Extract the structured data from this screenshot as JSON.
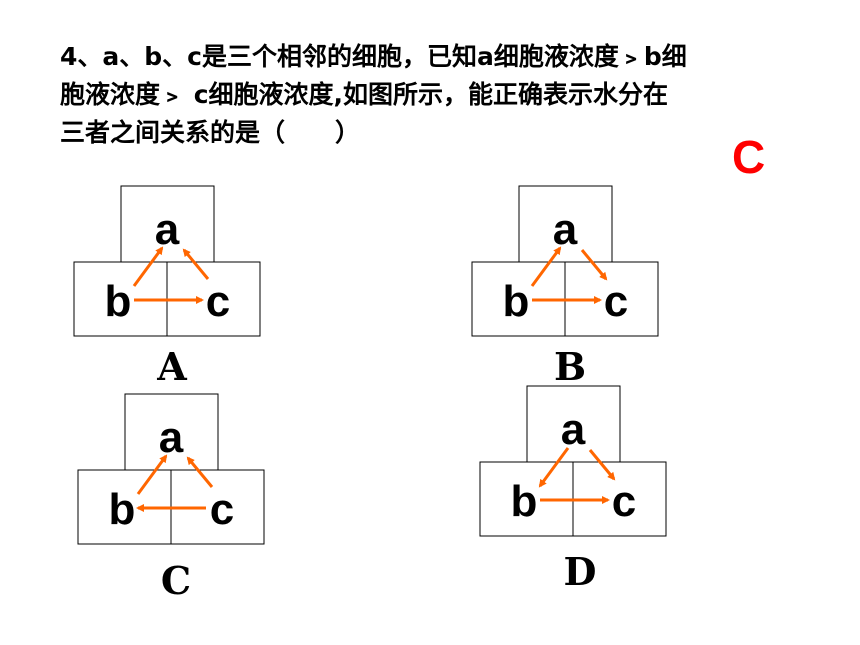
{
  "question": {
    "lines": [
      "4、a、b、c是三个相邻的细胞，已知a细胞液浓度﹥b细",
      "胞液浓度﹥ c细胞液浓度,如图所示，能正确表示水分在",
      "三者之间关系的是（　　）"
    ]
  },
  "answer": "C",
  "colors": {
    "arrow": "#ff6600",
    "answer": "#ff0000",
    "box": "#000000"
  },
  "options": [
    {
      "label": "A",
      "cells": [
        "a",
        "b",
        "c"
      ],
      "arrows": [
        "b→a",
        "c→a",
        "b→c"
      ]
    },
    {
      "label": "B",
      "cells": [
        "a",
        "b",
        "c"
      ],
      "arrows": [
        "b→a",
        "a→c",
        "b→c"
      ]
    },
    {
      "label": "C",
      "cells": [
        "a",
        "b",
        "c"
      ],
      "arrows": [
        "b→a",
        "c→a",
        "c→b"
      ]
    },
    {
      "label": "D",
      "cells": [
        "a",
        "b",
        "c"
      ],
      "arrows": [
        "a→b",
        "a→c",
        "b→c"
      ]
    }
  ]
}
